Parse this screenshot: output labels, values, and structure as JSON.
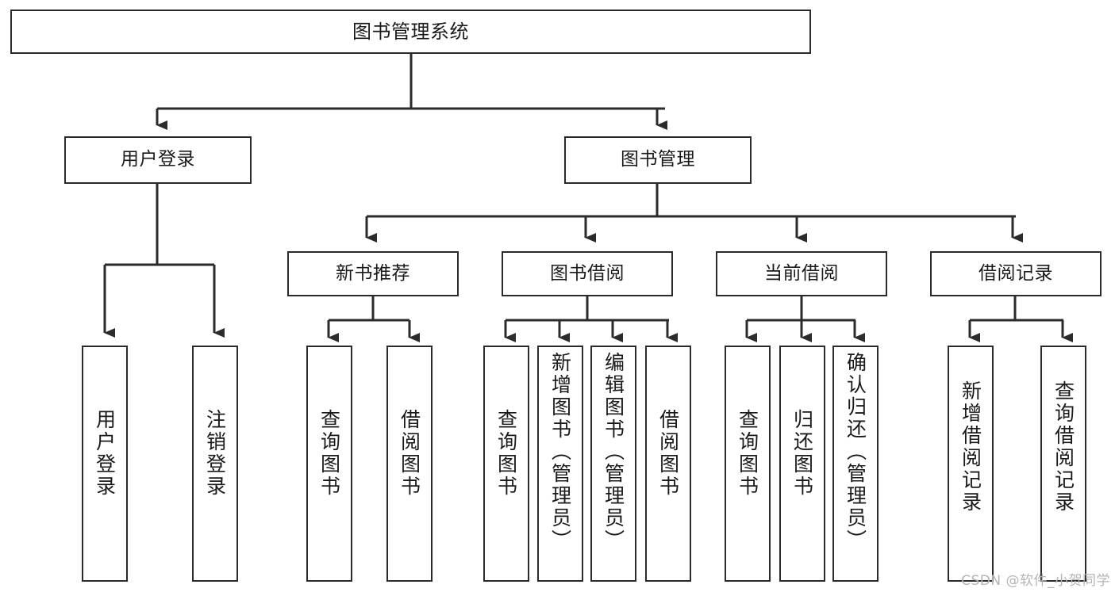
{
  "diagram": {
    "title": "图书管理系统",
    "type": "tree-hierarchy",
    "colors": {
      "box_border": "#2b2b2b",
      "box_fill": "#ffffff",
      "edge": "#2b2b2b",
      "text": "#1a1a1a",
      "watermark": "#b4b4b4"
    },
    "levels": {
      "root": {
        "label": "图书管理系统"
      },
      "level2": [
        {
          "id": "user-login",
          "label": "用户登录"
        },
        {
          "id": "book-management",
          "label": "图书管理"
        }
      ],
      "level3": [
        {
          "id": "new-book-recommend",
          "label": "新书推荐",
          "parent": "book-management"
        },
        {
          "id": "book-borrow",
          "label": "图书借阅",
          "parent": "book-management"
        },
        {
          "id": "current-borrow",
          "label": "当前借阅",
          "parent": "book-management"
        },
        {
          "id": "borrow-record",
          "label": "借阅记录",
          "parent": "book-management"
        }
      ],
      "leaves": [
        {
          "id": "leaf-user-login",
          "label": "用户登录",
          "parent": "user-login"
        },
        {
          "id": "leaf-logout",
          "label": "注销登录",
          "parent": "user-login"
        },
        {
          "id": "leaf-query-book-1",
          "label": "查询图书",
          "parent": "new-book-recommend"
        },
        {
          "id": "leaf-borrow-book-1",
          "label": "借阅图书",
          "parent": "new-book-recommend"
        },
        {
          "id": "leaf-query-book-2",
          "label": "查询图书",
          "parent": "book-borrow"
        },
        {
          "id": "leaf-add-book",
          "label": "新增图书（管理员）",
          "parent": "book-borrow"
        },
        {
          "id": "leaf-edit-book",
          "label": "编辑图书（管理员）",
          "parent": "book-borrow"
        },
        {
          "id": "leaf-borrow-book-2",
          "label": "借阅图书",
          "parent": "book-borrow"
        },
        {
          "id": "leaf-query-book-3",
          "label": "查询图书",
          "parent": "current-borrow"
        },
        {
          "id": "leaf-return-book",
          "label": "归还图书",
          "parent": "current-borrow"
        },
        {
          "id": "leaf-confirm-return",
          "label": "确认归还（管理员）",
          "parent": "current-borrow"
        },
        {
          "id": "leaf-add-record",
          "label": "新增借阅记录",
          "parent": "borrow-record"
        },
        {
          "id": "leaf-query-record",
          "label": "查询借阅记录",
          "parent": "borrow-record"
        }
      ]
    },
    "watermark": "CSDN @软件_小贺同学"
  }
}
